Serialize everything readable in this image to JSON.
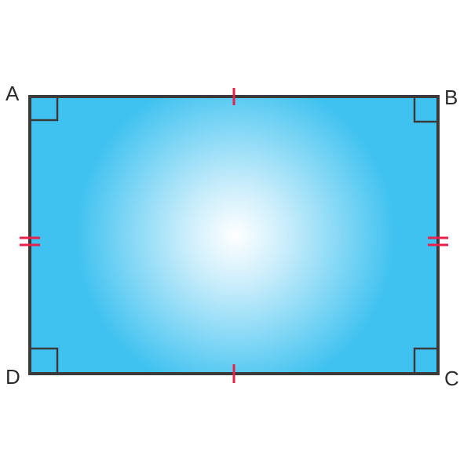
{
  "colors": {
    "fill_center": "#ffffff",
    "fill_edge": "#40c2f0",
    "outline": "#3a3a3a",
    "tick_marks": "#e8204a",
    "label_text": "#2b2b2b"
  },
  "vertices": {
    "a": "A",
    "b": "B",
    "c": "C",
    "d": "D"
  }
}
